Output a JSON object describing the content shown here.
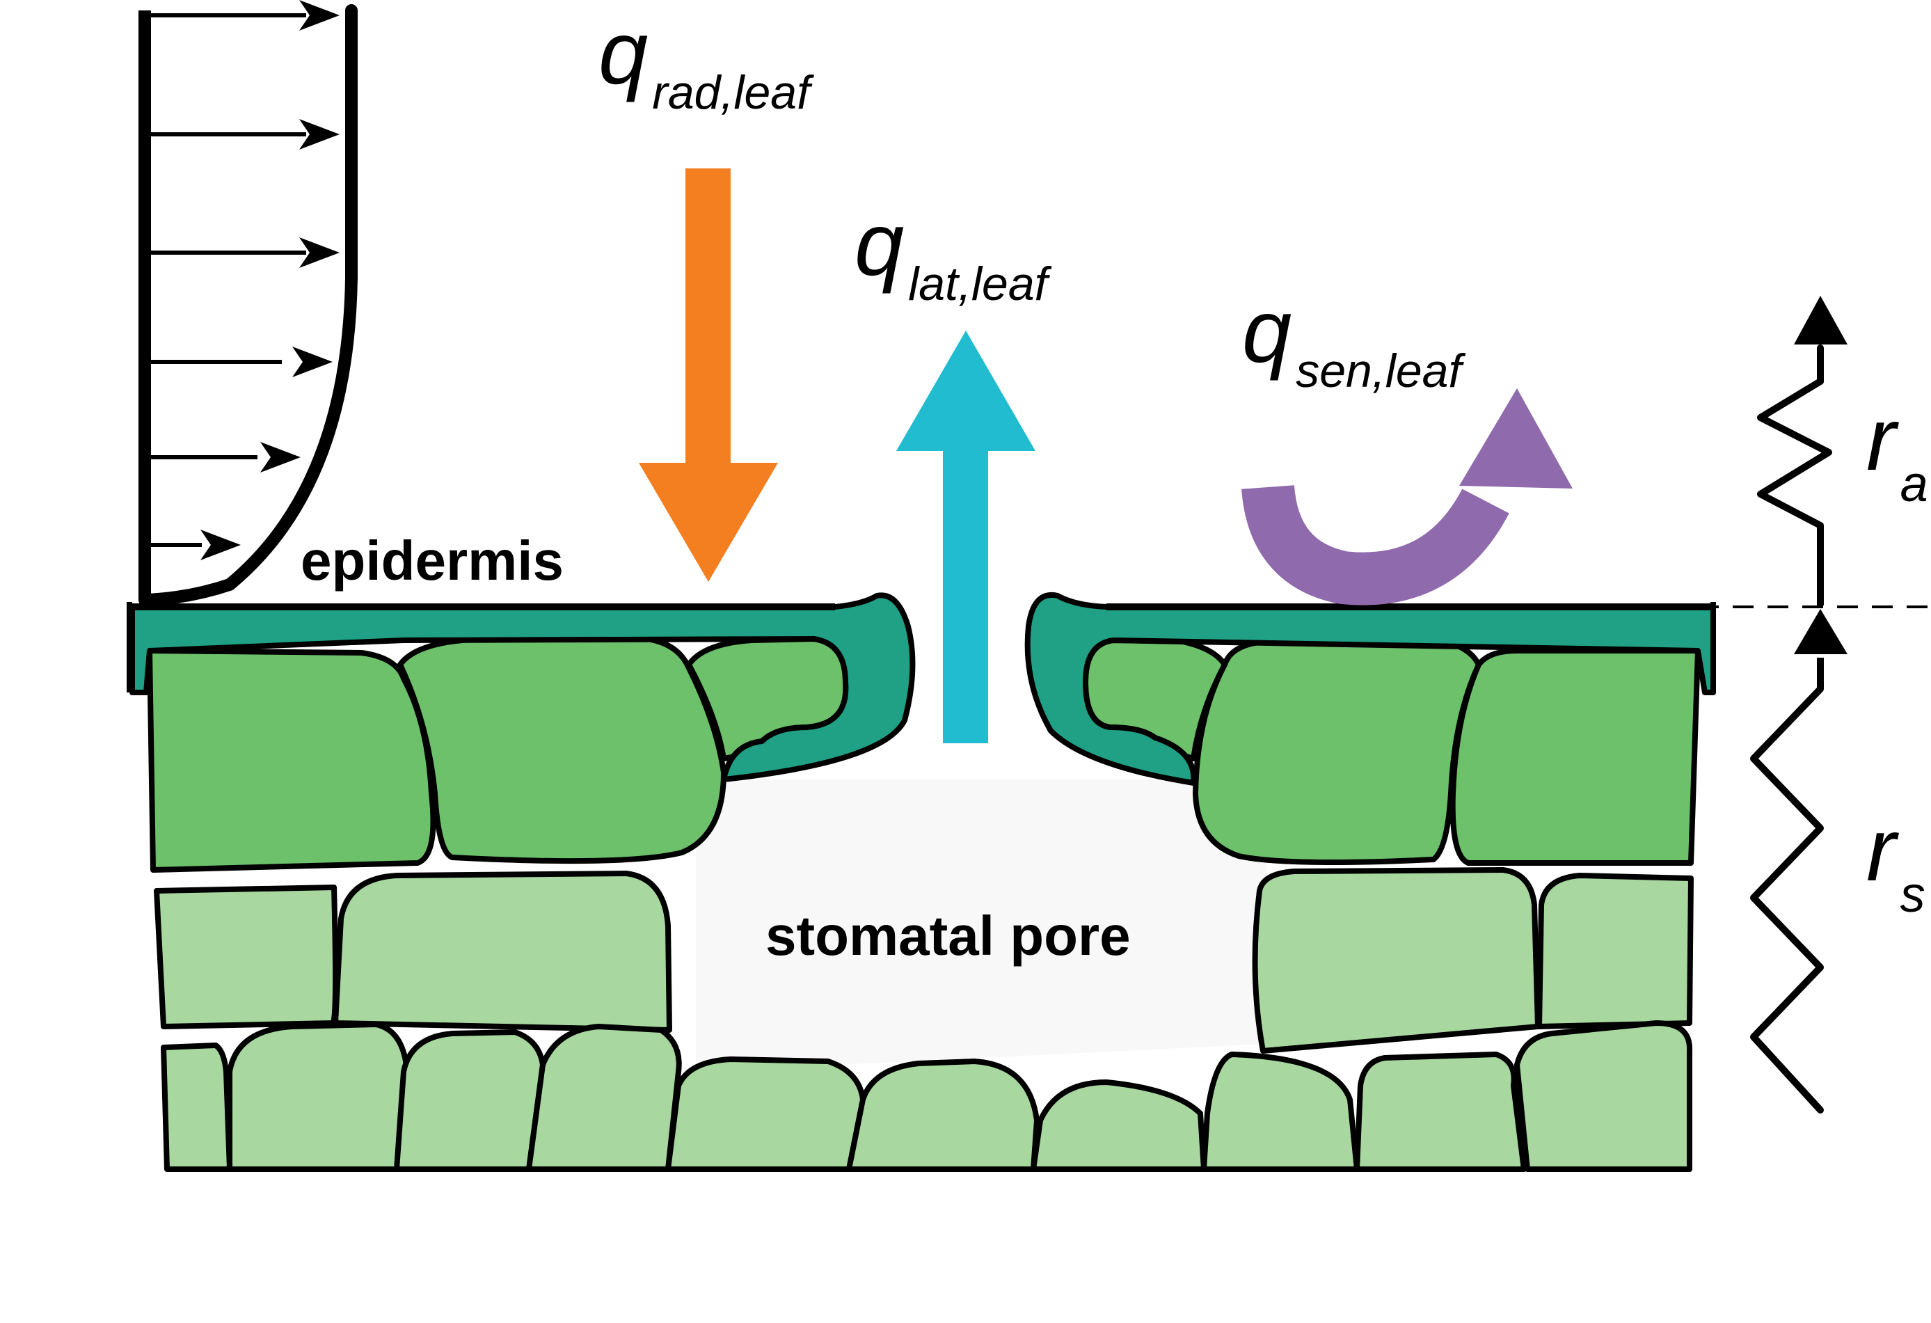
{
  "fluxes": {
    "radiation": {
      "symbol": "q",
      "subscript": "rad,leaf",
      "color": "#f47f20"
    },
    "latent": {
      "symbol": "q",
      "subscript": "lat,leaf",
      "color": "#21bcd0"
    },
    "sensible": {
      "symbol": "q",
      "subscript": "sen,leaf",
      "color": "#8f6aac"
    }
  },
  "labels": {
    "epidermis": "epidermis",
    "stomatal_pore": "stomatal pore"
  },
  "resistances": {
    "aerodynamic": {
      "symbol": "r",
      "subscript": "a"
    },
    "stomatal": {
      "symbol": "r",
      "subscript": "s"
    }
  },
  "colors": {
    "cuticle": "#20a084",
    "guard_cell": "#6cc16a",
    "mesophyll": "#a8d7a0",
    "pore": "#f8f8f8"
  }
}
